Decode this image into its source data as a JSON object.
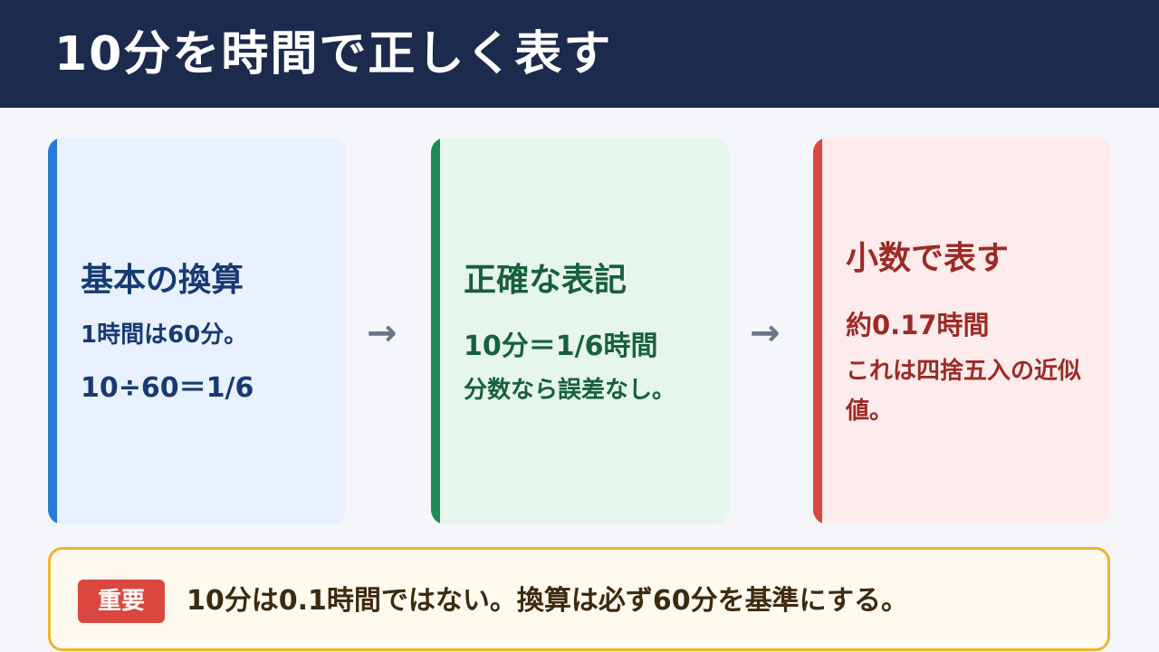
{
  "header": {
    "title": "10分を時間で正しく表す"
  },
  "cards": [
    {
      "heading": "基本の換算",
      "line1": "1時間は60分。",
      "line2": "10÷60＝1/6"
    },
    {
      "heading": "正確な表記",
      "line1": "10分＝1/6時間",
      "line2": "分数なら誤差なし。"
    },
    {
      "heading": "小数で表す",
      "line1": "約0.17時間",
      "line2": "これは四捨五入の近似値。"
    }
  ],
  "arrows": [
    "→",
    "→"
  ],
  "note": {
    "badge": "重要",
    "text": "10分は0.1時間ではない。換算は必ず60分を基準にする。"
  },
  "colors": {
    "header_bg": "#1c2b4d",
    "blue": "#2a7bd8",
    "green": "#1f8a55",
    "red": "#d9473e",
    "note_border": "#f0b42c"
  }
}
